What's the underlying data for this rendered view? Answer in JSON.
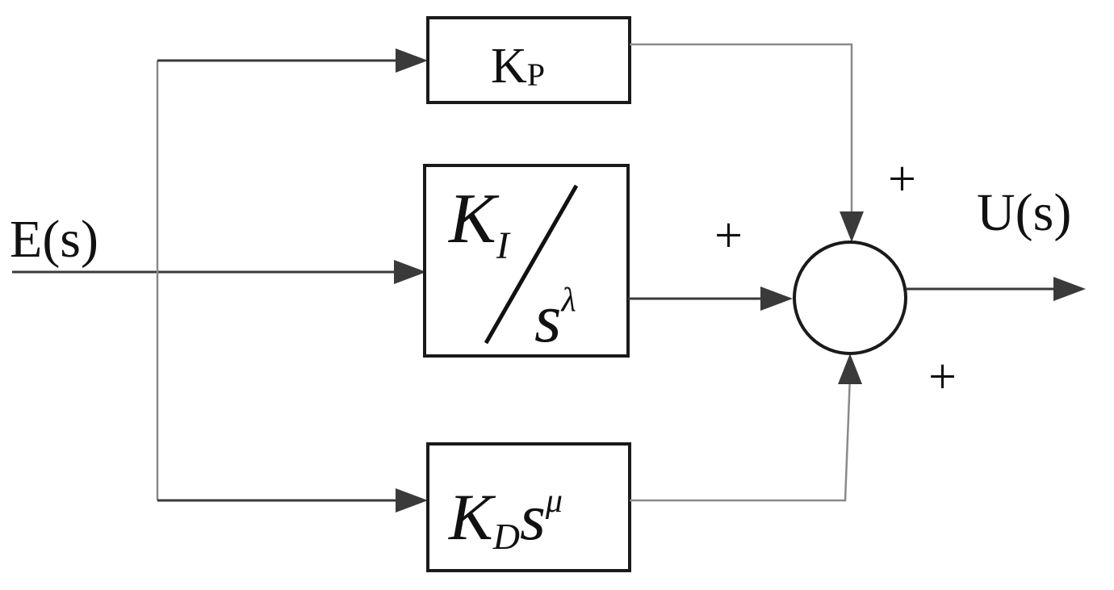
{
  "input_label": "E(s)",
  "output_label": "U(s)",
  "blocks": {
    "proportional": {
      "gain": "K",
      "gain_subscript": "P"
    },
    "integral": {
      "gain": "K",
      "gain_subscript": "I",
      "denominator_base": "s",
      "denominator_exponent": "λ"
    },
    "derivative": {
      "gain": "K",
      "gain_subscript": "D",
      "base": "s",
      "exponent": "μ"
    }
  },
  "summing_junction": {
    "signs": {
      "top": "+",
      "left": "+",
      "bottom": "+"
    }
  }
}
